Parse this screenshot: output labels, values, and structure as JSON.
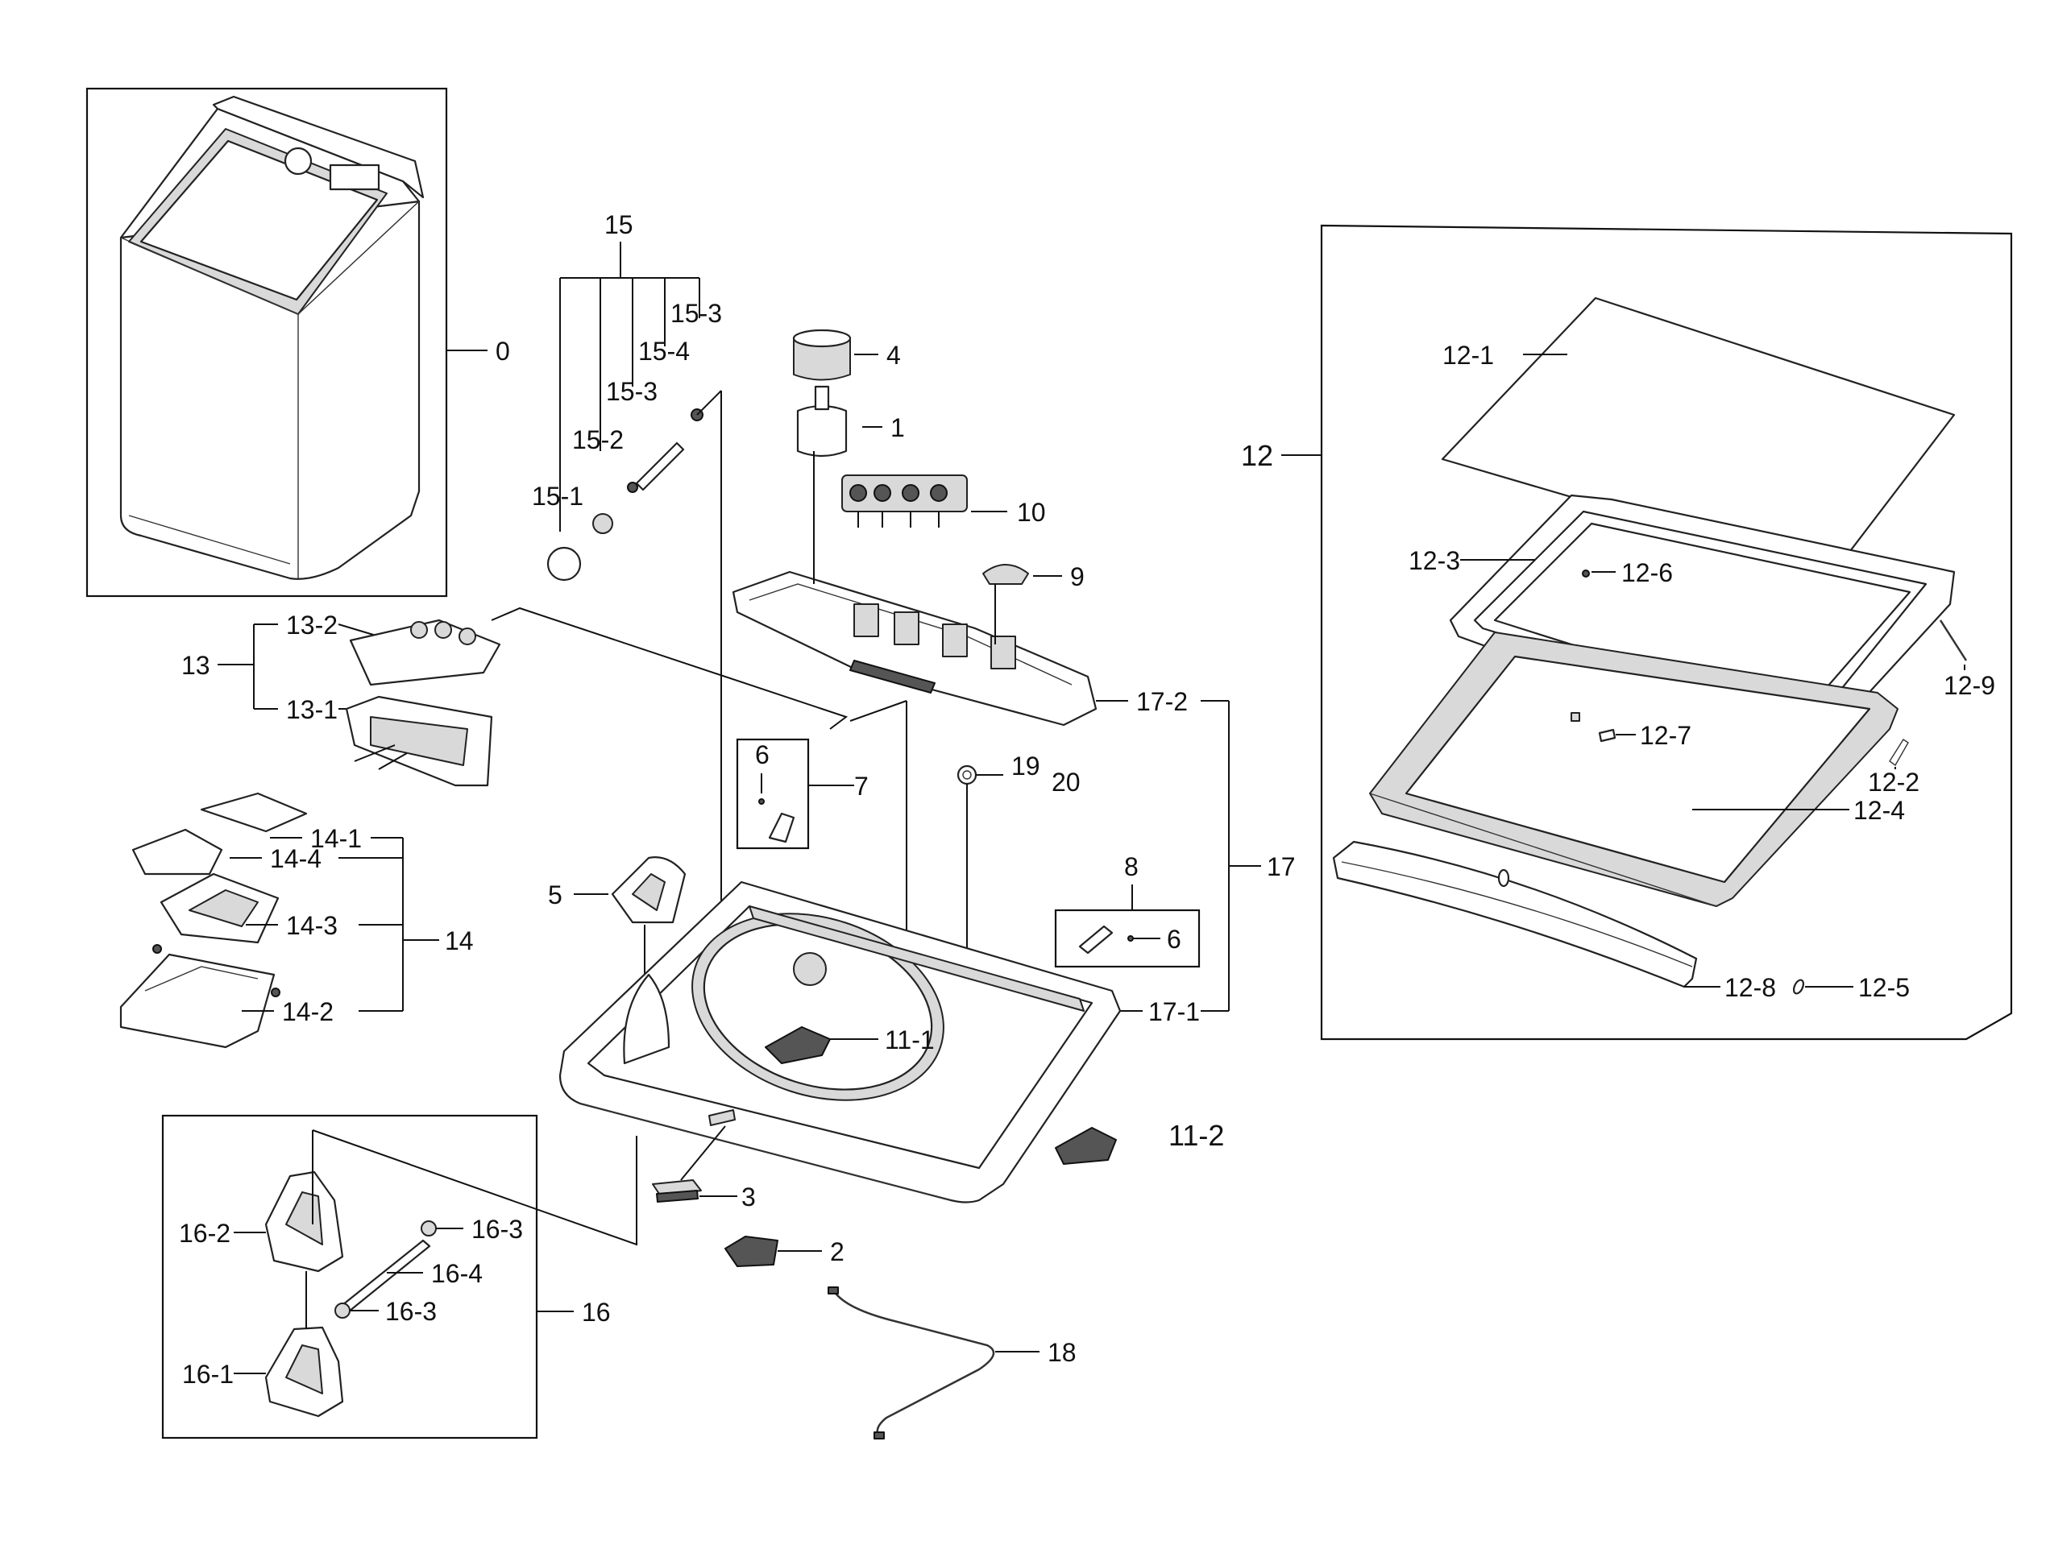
{
  "callouts": {
    "c0": "0",
    "c1": "1",
    "c2": "2",
    "c3": "3",
    "c4": "4",
    "c5": "5",
    "c6a": "6",
    "c6b": "6",
    "c7": "7",
    "c8": "8",
    "c9": "9",
    "c10": "10",
    "c11_1": "11-1",
    "c11_2": "11-2",
    "c12": "12",
    "c12_1": "12-1",
    "c12_2": "12-2",
    "c12_3": "12-3",
    "c12_4": "12-4",
    "c12_5": "12-5",
    "c12_6": "12-6",
    "c12_7": "12-7",
    "c12_8": "12-8",
    "c12_9": "12-9",
    "c13": "13",
    "c13_1": "13-1",
    "c13_2": "13-2",
    "c14": "14",
    "c14_1": "14-1",
    "c14_2": "14-2",
    "c14_3": "14-3",
    "c14_4": "14-4",
    "c15": "15",
    "c15_1": "15-1",
    "c15_2": "15-2",
    "c15_3a": "15-3",
    "c15_3b": "15-3",
    "c15_4": "15-4",
    "c16": "16",
    "c16_1": "16-1",
    "c16_2": "16-2",
    "c16_3a": "16-3",
    "c16_3b": "16-3",
    "c16_4": "16-4",
    "c17": "17",
    "c17_1": "17-1",
    "c17_2": "17-2",
    "c18": "18",
    "c19": "19",
    "c20": "20"
  }
}
